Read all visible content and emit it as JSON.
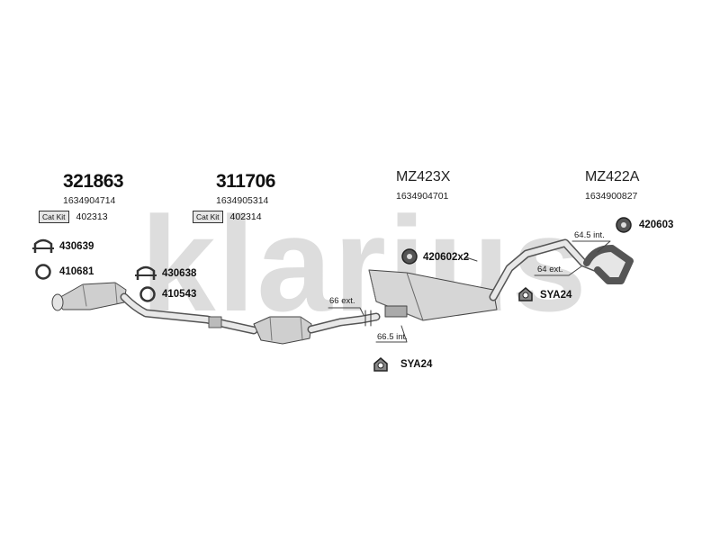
{
  "watermark": {
    "text": "klarius",
    "color": "#d9d9d9"
  },
  "parts": {
    "p1": {
      "number": "321863",
      "oem": "1634904714",
      "catkit_label": "Cat Kit",
      "catkit_value": "402313"
    },
    "p2": {
      "number": "311706",
      "oem": "1634905314",
      "catkit_label": "Cat Kit",
      "catkit_value": "402314"
    },
    "p3": {
      "number": "MZ423X",
      "oem": "1634904701"
    },
    "p4": {
      "number": "MZ422A",
      "oem": "1634900827"
    }
  },
  "fittings": {
    "f1": "430639",
    "f2": "410681",
    "f3": "430638",
    "f4": "410543",
    "f5": "420602x2",
    "f6": "420603",
    "f7": "SYA24",
    "f8": "SYA24"
  },
  "dimensions": {
    "d1": "66 ext.",
    "d2": "66.5 int.",
    "d3": "64.5 int.",
    "d4": "64 ext."
  },
  "icons": {
    "clamp": "u-bolt-clamp-icon",
    "gasket": "ring-gasket-icon",
    "rubber_mount": "rubber-mount-icon",
    "bracket": "hanger-bracket-icon"
  }
}
